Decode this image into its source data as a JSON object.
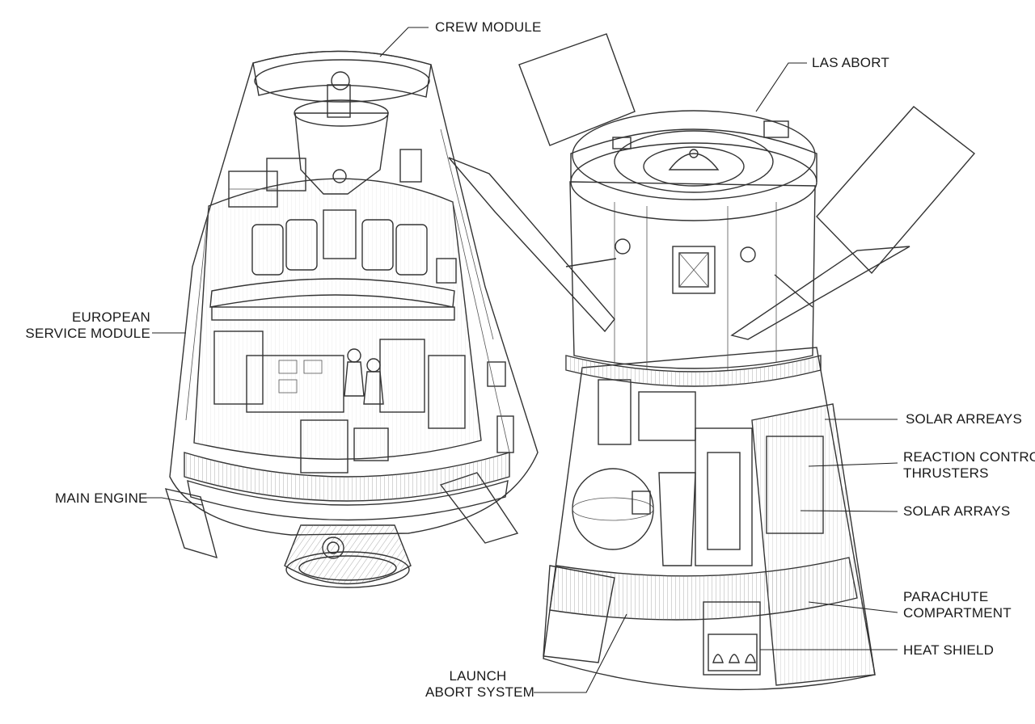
{
  "labels": {
    "crew_module": "CREW MODULE",
    "las_abort": "LAS ABORT",
    "european_service_module": [
      "EUROPEAN",
      "SERVICE MODULE"
    ],
    "main_engine": "MAIN ENGINE",
    "solar_arrays_1": "SOLAR ARREAYS",
    "reaction_control_thrusters": [
      "REACTION CONTROL",
      "THRUSTERS"
    ],
    "solar_arrays_2": "SOLAR ARRAYS",
    "parachute_compartment": [
      "PARACHUTE",
      "COMPARTMENT"
    ],
    "heat_shield": "HEAT SHIELD",
    "launch_abort_system": [
      "LAUNCH",
      "ABORT SYSTEM"
    ]
  }
}
